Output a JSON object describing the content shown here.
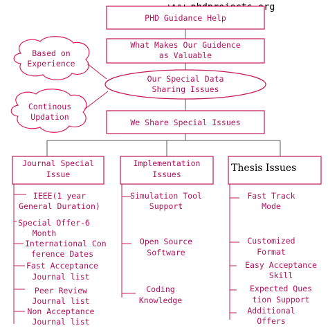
{
  "watermark": "www.phdprojects.org",
  "nodes": {
    "top": "PHD Guidance Help",
    "what_makes_1": "What Makes Our Guidence",
    "what_makes_2": "as Valuable",
    "ellipse_1": "Our Special Data",
    "ellipse_2": "Sharing Issues",
    "we_share": "We Share Special Issues"
  },
  "clouds": {
    "experience_1": "Based on",
    "experience_2": "Experience",
    "updation_1": "Continous",
    "updation_2": "Updation"
  },
  "columns": {
    "journal": {
      "header_1": "Journal Special",
      "header_2": "Issue",
      "items": [
        {
          "l1": "IEEE(1 year",
          "l2": "General Duration)"
        },
        {
          "l1": "Special Offer-6",
          "l2": "Month"
        },
        {
          "l1": "International Con",
          "l2": "ference Dates"
        },
        {
          "l1": "Fast Acceptance",
          "l2": "Journal list"
        },
        {
          "l1": "Peer Review",
          "l2": "Journal list"
        },
        {
          "l1": "Non Acceptance",
          "l2": "Journal list"
        }
      ]
    },
    "implementation": {
      "header_1": "Implementation",
      "header_2": "Issues",
      "items": [
        {
          "l1": "Simulation Tool",
          "l2": "Support"
        },
        {
          "l1": "Open Source",
          "l2": "Software"
        },
        {
          "l1": "Coding",
          "l2": "Knowledge"
        }
      ]
    },
    "thesis": {
      "header_1": "Thesis Issues",
      "items": [
        {
          "l1": "Fast Track",
          "l2": "Mode"
        },
        {
          "l1": "Customized",
          "l2": "Format"
        },
        {
          "l1": "Easy Acceptance",
          "l2": "Skill"
        },
        {
          "l1": "Expected Ques",
          "l2": "tion Support"
        },
        {
          "l1": "Additional",
          "l2": "Offers"
        }
      ]
    }
  }
}
